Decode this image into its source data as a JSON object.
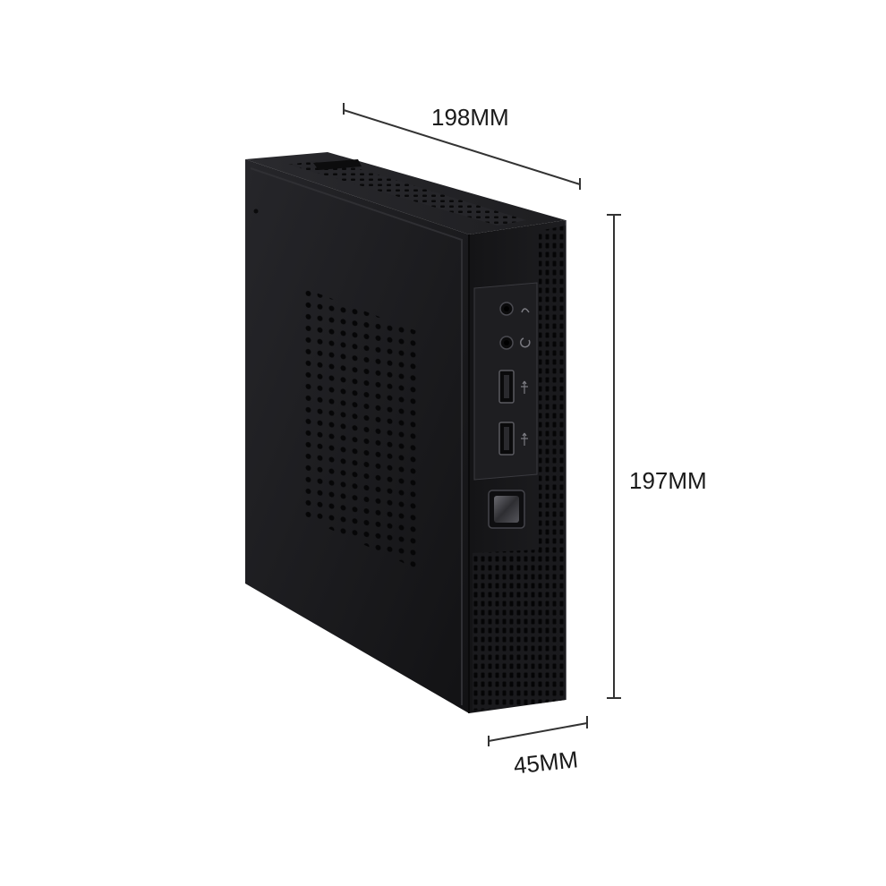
{
  "dimensions": {
    "width_label": "198MM",
    "height_label": "197MM",
    "depth_label": "45MM"
  },
  "colors": {
    "background": "#ffffff",
    "case_body": "#1b1b1d",
    "case_side": "#222225",
    "case_front": "#151517",
    "dimension_line": "#333333"
  }
}
